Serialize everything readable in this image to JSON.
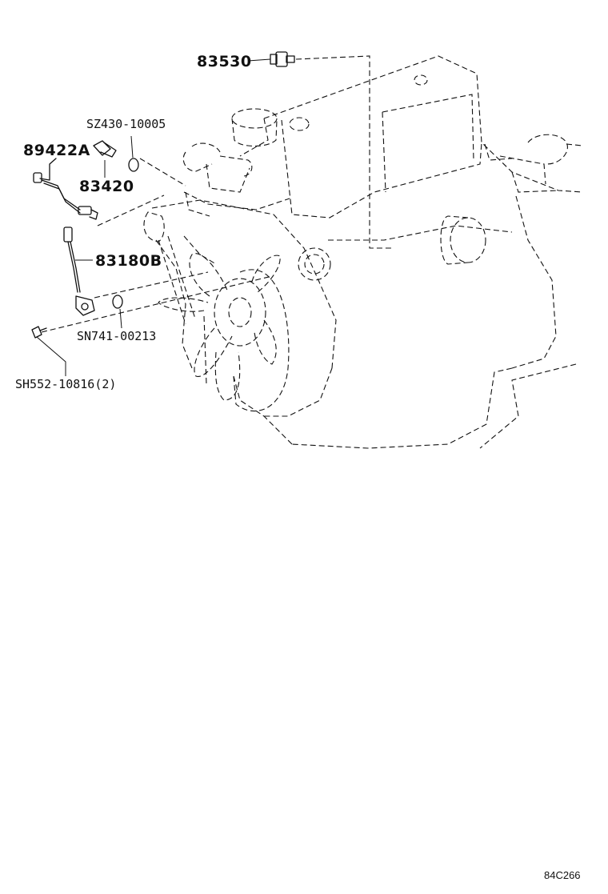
{
  "labels": {
    "part_83530": "83530",
    "part_sz430": "SZ430-10005",
    "part_89422a": "89422A",
    "part_83420": "83420",
    "part_83180b": "83180B",
    "part_sn741": "SN741-00213",
    "part_sh552": "SH552-10816(2)",
    "figure_ref": "84C266"
  }
}
